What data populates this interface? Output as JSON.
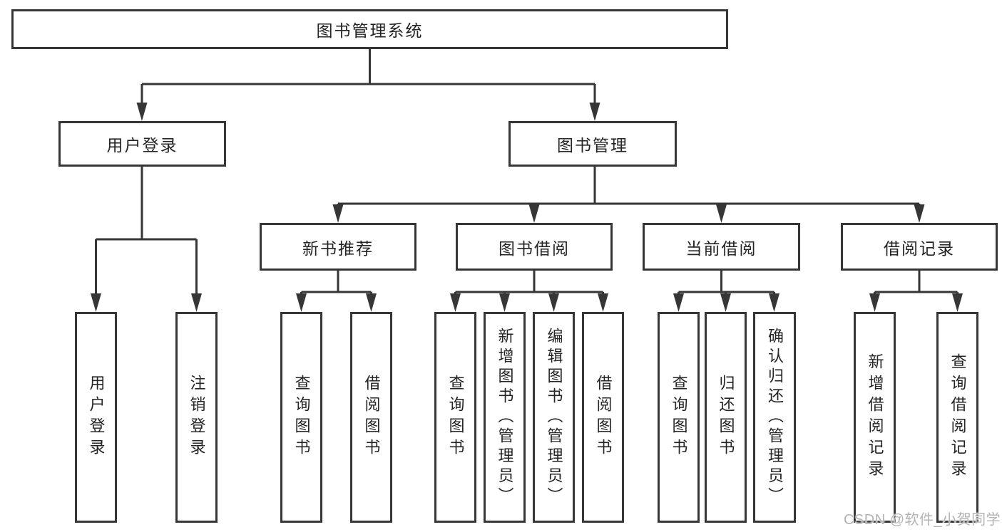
{
  "diagram": {
    "type": "function-structure-tree",
    "root": {
      "label": "图书管理系统"
    },
    "level1": [
      {
        "id": "user-login",
        "label": "用户登录"
      },
      {
        "id": "book-management",
        "label": "图书管理"
      }
    ],
    "level2": [
      {
        "id": "new-book-recommendation",
        "label": "新书推荐",
        "parent": "book-management"
      },
      {
        "id": "book-borrowing",
        "label": "图书借阅",
        "parent": "book-management"
      },
      {
        "id": "current-borrowing",
        "label": "当前借阅",
        "parent": "book-management"
      },
      {
        "id": "borrowing-records",
        "label": "借阅记录",
        "parent": "book-management"
      }
    ],
    "leaves": [
      {
        "label": "用户登录",
        "parent": "user-login"
      },
      {
        "label": "注销登录",
        "parent": "user-login"
      },
      {
        "label": "查询图书",
        "parent": "new-book-recommendation"
      },
      {
        "label": "借阅图书",
        "parent": "new-book-recommendation"
      },
      {
        "label": "查询图书",
        "parent": "book-borrowing"
      },
      {
        "label": "新增图书（管理员）",
        "parent": "book-borrowing"
      },
      {
        "label": "编辑图书（管理员）",
        "parent": "book-borrowing"
      },
      {
        "label": "借阅图书",
        "parent": "book-borrowing"
      },
      {
        "label": "查询图书",
        "parent": "current-borrowing"
      },
      {
        "label": "归还图书",
        "parent": "current-borrowing"
      },
      {
        "label": "确认归还（管理员）",
        "parent": "current-borrowing"
      },
      {
        "label": "新增借阅记录",
        "parent": "borrowing-records"
      },
      {
        "label": "查询借阅记录",
        "parent": "borrowing-records"
      }
    ],
    "colors": {
      "line": "#363636",
      "box_border": "#363636",
      "box_fill": "#ffffff",
      "text": "#242424",
      "watermark": "#b3b3b3",
      "background": "#ffffff"
    },
    "watermark": {
      "text": "CSDN @软件_小贺同学"
    }
  }
}
